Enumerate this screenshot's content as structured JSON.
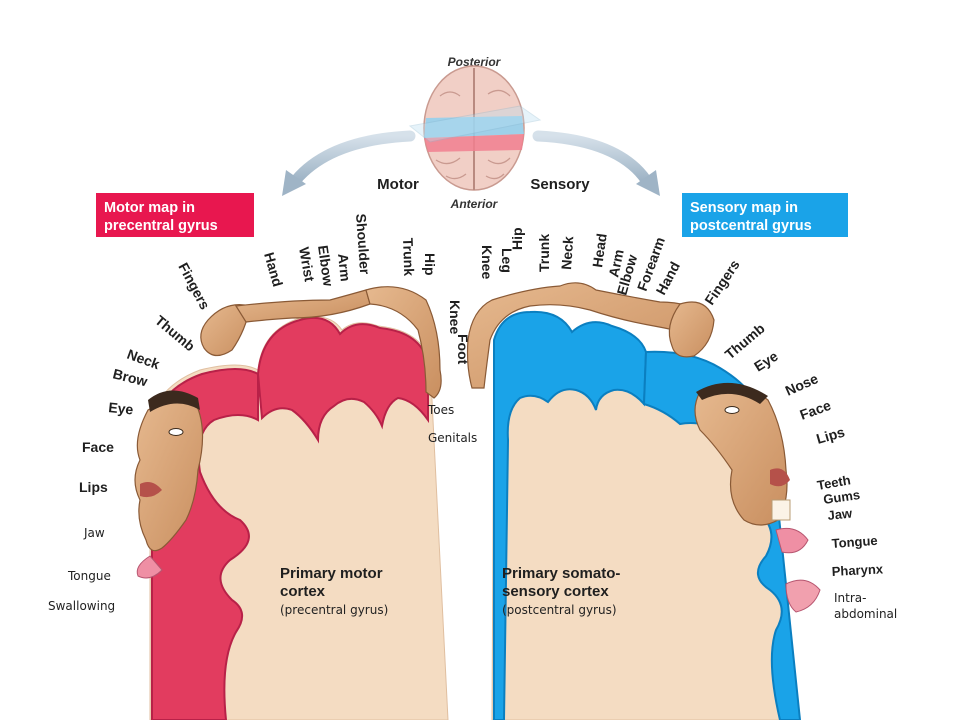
{
  "orientation": {
    "posterior": "Posterior",
    "anterior": "Anterior"
  },
  "arrows": {
    "motor": "Motor",
    "sensory": "Sensory"
  },
  "motor_map": {
    "title_line1": "Motor map in",
    "title_line2": "precentral gyrus",
    "color": "#e8174f",
    "labels": {
      "toes": "Toes",
      "genitals": "Genitals",
      "knee": "Knee",
      "hip": "Hip",
      "trunk": "Trunk",
      "shoulder": "Shoulder",
      "arm": "Arm",
      "elbow": "Elbow",
      "wrist": "Wrist",
      "hand": "Hand",
      "fingers": "Fingers",
      "thumb": "Thumb",
      "neck": "Neck",
      "brow": "Brow",
      "eye": "Eye",
      "face": "Face",
      "lips": "Lips",
      "jaw": "Jaw",
      "tongue": "Tongue",
      "swallowing": "Swallowing"
    },
    "cortex_line1": "Primary motor",
    "cortex_line2": "cortex",
    "cortex_sub": "(precentral gyrus)"
  },
  "sensory_map": {
    "title_line1": "Sensory map in",
    "title_line2": "postcentral gyrus",
    "color": "#1aa3e8",
    "labels": {
      "foot": "Foot",
      "knee": "Knee",
      "leg": "Leg",
      "hip": "Hip",
      "trunk": "Trunk",
      "neck": "Neck",
      "head": "Head",
      "arm": "Arm",
      "elbow": "Elbow",
      "forearm": "Forearm",
      "hand": "Hand",
      "fingers": "Fingers",
      "thumb": "Thumb",
      "eye": "Eye",
      "nose": "Nose",
      "face": "Face",
      "lips": "Lips",
      "teeth": "Teeth",
      "gums": "Gums",
      "jaw": "Jaw",
      "tongue": "Tongue",
      "pharynx": "Pharynx",
      "intra_line1": "Intra-",
      "intra_line2": "abdominal"
    },
    "cortex_line1": "Primary somato-",
    "cortex_line2": "sensory cortex",
    "cortex_sub": "(postcentral gyrus)"
  }
}
